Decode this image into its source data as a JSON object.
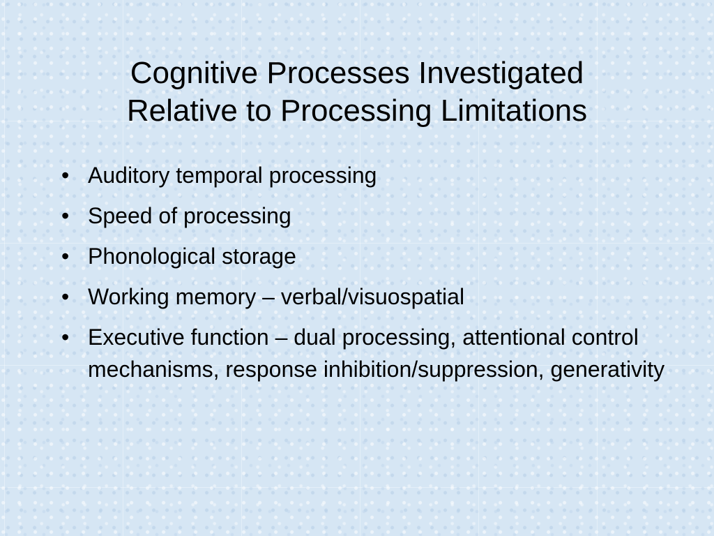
{
  "slide": {
    "title_line1": "Cognitive Processes Investigated",
    "title_line2": "Relative to Processing Limitations",
    "bullet_symbol": "•",
    "bullets": [
      "Auditory temporal processing",
      "Speed of processing",
      "Phonological storage",
      "Working memory – verbal/visuospatial",
      "Executive function – dual processing, attentional control mechanisms, response inhibition/suppression, generativity"
    ]
  },
  "colors": {
    "background": "#d6e6f4",
    "text": "#000000"
  }
}
